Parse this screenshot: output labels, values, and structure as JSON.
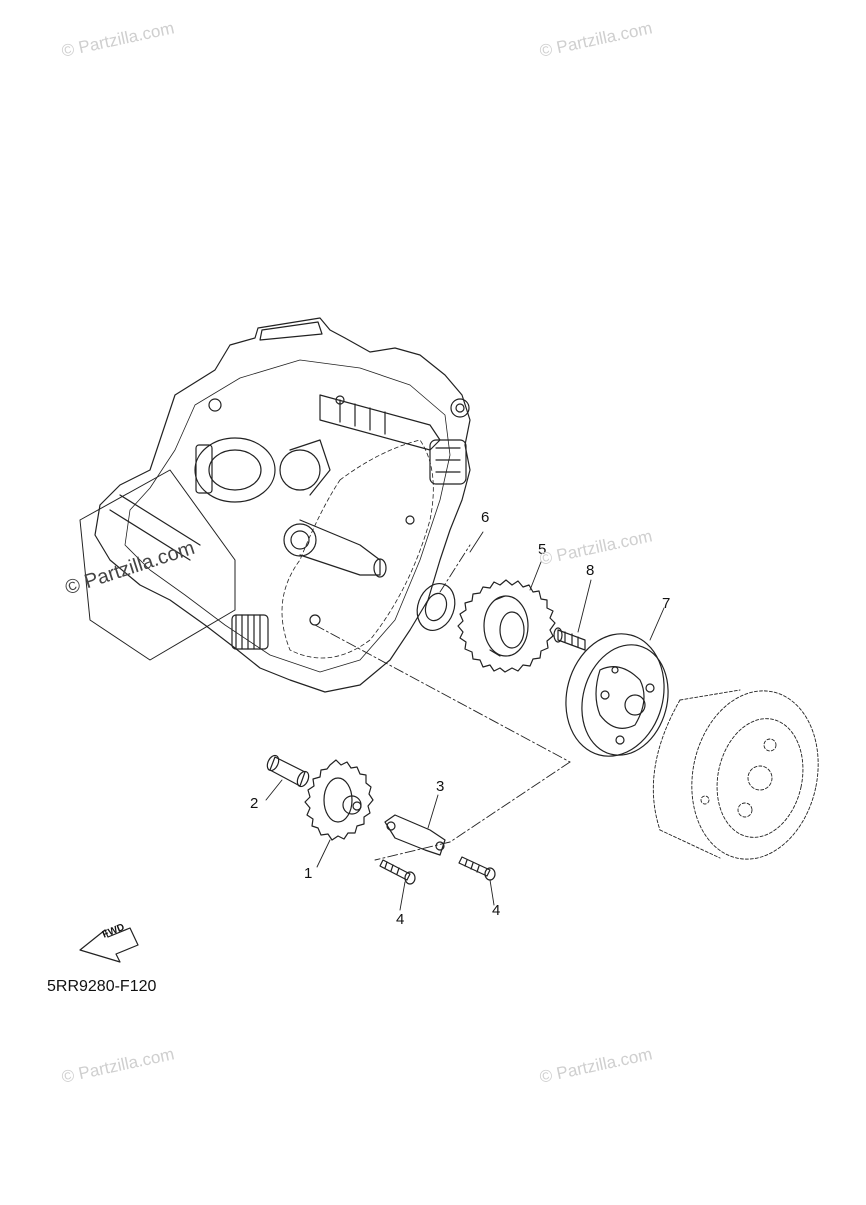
{
  "watermark": {
    "text": "© Partzilla.com"
  },
  "diagram_code": "5RR9280-F120",
  "fwd_label": "FWD",
  "callouts": [
    {
      "id": "c1",
      "number": "1"
    },
    {
      "id": "c2",
      "number": "2"
    },
    {
      "id": "c3",
      "number": "3"
    },
    {
      "id": "c4a",
      "number": "4"
    },
    {
      "id": "c4b",
      "number": "4"
    },
    {
      "id": "c5",
      "number": "5"
    },
    {
      "id": "c6",
      "number": "6"
    },
    {
      "id": "c7",
      "number": "7"
    },
    {
      "id": "c8",
      "number": "8"
    }
  ],
  "colors": {
    "line": "#222222",
    "watermark": "#cfcfcf",
    "background": "#ffffff"
  }
}
